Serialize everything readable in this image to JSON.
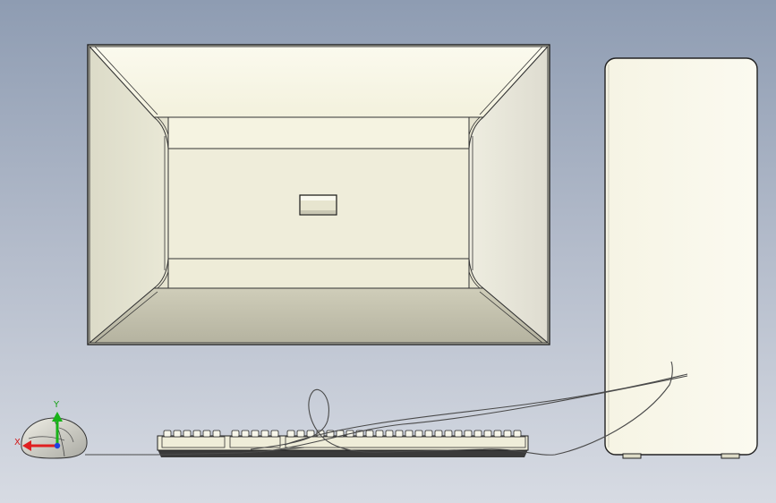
{
  "viewport": {
    "background_top": "#8e9cb2",
    "background_bottom": "#d7dbe3"
  },
  "colors": {
    "model_face_light": "#f8f6e6",
    "model_face_mid": "#eeecd8",
    "model_face_side": "#deddc9",
    "model_face_shadow": "#b9b8a4",
    "edge": "#2a2a2a",
    "cable": "#4a4a4a",
    "axis_x": "#e02020",
    "axis_y": "#19b319",
    "axis_z": "#2040e0"
  },
  "triad": {
    "x_label": "X",
    "y_label": "Y",
    "icon": "axis-triad-icon"
  },
  "models": {
    "monitor": "monitor-back-view",
    "tower": "pc-tower",
    "keyboard": "keyboard",
    "mouse": "mouse"
  }
}
